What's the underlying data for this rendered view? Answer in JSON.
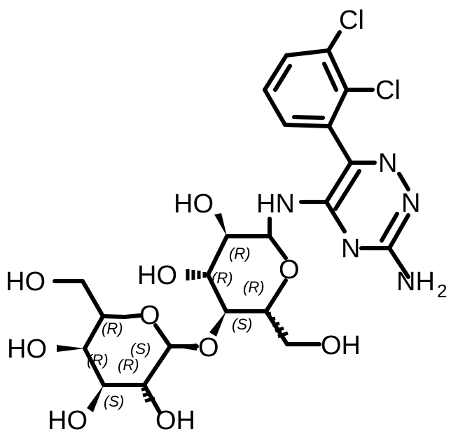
{
  "atoms": {
    "cl_top": "Cl",
    "cl_mid": "Cl",
    "n_ring_top": "N",
    "n_ring_mid": "N",
    "n_ring_low": "N",
    "nh2_main": "NH",
    "nh2_sub": "2",
    "hn_link": "HN",
    "ho_upper": "HO",
    "ho_mid": "HO",
    "o_ring_right": "O",
    "oh_ch2_right": "OH",
    "o_glyco": "O",
    "o_ring_left": "O",
    "ho_ch2_left": "HO",
    "ho_left": "HO",
    "ho_bottom": "HO",
    "oh_bottom": "OH"
  },
  "stereo": {
    "r1": "(R)",
    "r2": "(R)",
    "r3": "(R)",
    "s1": "(S)",
    "r4": "(R)",
    "s2": "(S)",
    "r5": "(R)",
    "r6": "(R)",
    "s3": "(S)"
  },
  "colors": {
    "ink": "#000000",
    "background": "#ffffff"
  }
}
